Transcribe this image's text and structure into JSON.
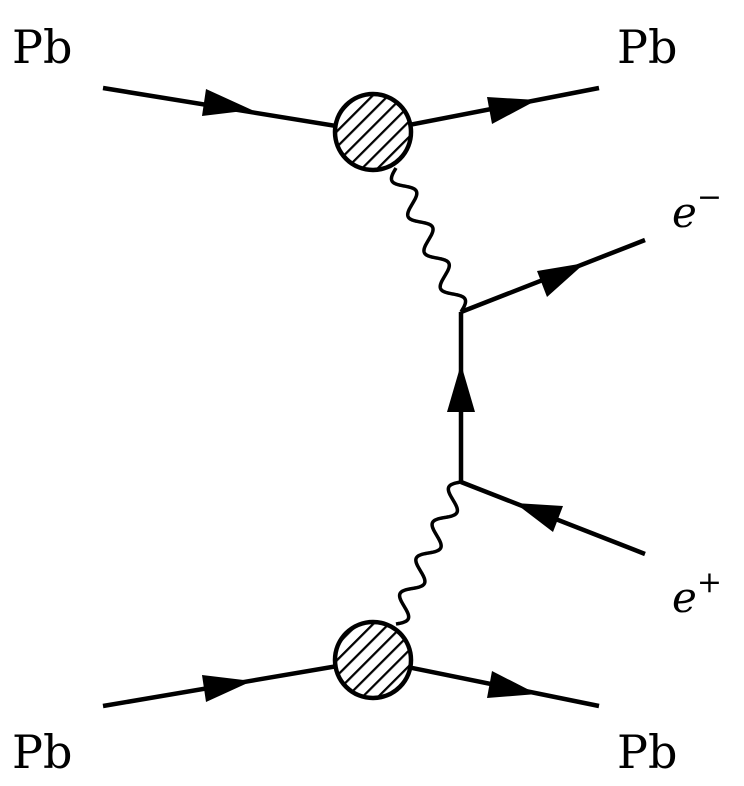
{
  "labels": {
    "pb_top_left": "Pb",
    "pb_top_right": "Pb",
    "pb_bottom_left": "Pb",
    "pb_bottom_right": "Pb",
    "electron": "e",
    "electron_sup": "−",
    "positron": "e",
    "positron_sup": "+"
  }
}
